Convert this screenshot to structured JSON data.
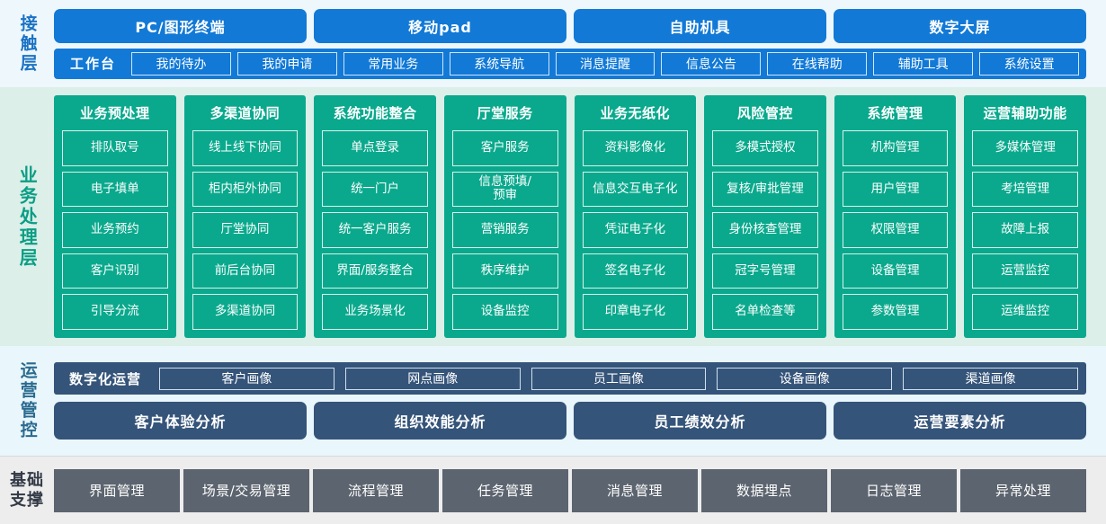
{
  "layers": {
    "contact": {
      "label": "接触层",
      "channels": [
        "PC/图形终端",
        "移动pad",
        "自助机具",
        "数字大屏"
      ],
      "workbench_title": "工作台",
      "workbench_items": [
        "我的待办",
        "我的申请",
        "常用业务",
        "系统导航",
        "消息提醒",
        "信息公告",
        "在线帮助",
        "辅助工具",
        "系统设置"
      ]
    },
    "business": {
      "label": "业务处理层",
      "columns": [
        {
          "title": "业务预处理",
          "items": [
            "排队取号",
            "电子填单",
            "业务预约",
            "客户识别",
            "引导分流"
          ]
        },
        {
          "title": "多渠道协同",
          "items": [
            "线上线下协同",
            "柜内柜外协同",
            "厅堂协同",
            "前后台协同",
            "多渠道协同"
          ]
        },
        {
          "title": "系统功能整合",
          "items": [
            "单点登录",
            "统一门户",
            "统一客户服务",
            "界面/服务整合",
            "业务场景化"
          ]
        },
        {
          "title": "厅堂服务",
          "items": [
            "客户服务",
            "信息预填/\n预审",
            "营销服务",
            "秩序维护",
            "设备监控"
          ]
        },
        {
          "title": "业务无纸化",
          "items": [
            "资料影像化",
            "信息交互电子化",
            "凭证电子化",
            "签名电子化",
            "印章电子化"
          ]
        },
        {
          "title": "风险管控",
          "items": [
            "多模式授权",
            "复核/审批管理",
            "身份核查管理",
            "冠字号管理",
            "名单检查等"
          ]
        },
        {
          "title": "系统管理",
          "items": [
            "机构管理",
            "用户管理",
            "权限管理",
            "设备管理",
            "参数管理"
          ]
        },
        {
          "title": "运营辅助功能",
          "items": [
            "多媒体管理",
            "考培管理",
            "故障上报",
            "运营监控",
            "运维监控"
          ]
        }
      ]
    },
    "operations": {
      "label": "运营管控",
      "digital_title": "数字化运营",
      "portraits": [
        "客户画像",
        "网点画像",
        "员工画像",
        "设备画像",
        "渠道画像"
      ],
      "analyses": [
        "客户体验分析",
        "组织效能分析",
        "员工绩效分析",
        "运营要素分析"
      ]
    },
    "foundation": {
      "label_line1": "基础",
      "label_line2": "支撑",
      "items": [
        "界面管理",
        "场景/交易管理",
        "流程管理",
        "任务管理",
        "消息管理",
        "数据埋点",
        "日志管理",
        "异常处理"
      ]
    }
  },
  "colors": {
    "contact_bg": "#eef7fb",
    "contact_accent": "#1279d6",
    "business_bg": "#dcefe8",
    "business_accent": "#0aa98d",
    "operations_bg": "#e9f6fb",
    "operations_accent": "#35547a",
    "foundation_bg": "#ededee",
    "foundation_accent": "#5c646f"
  }
}
